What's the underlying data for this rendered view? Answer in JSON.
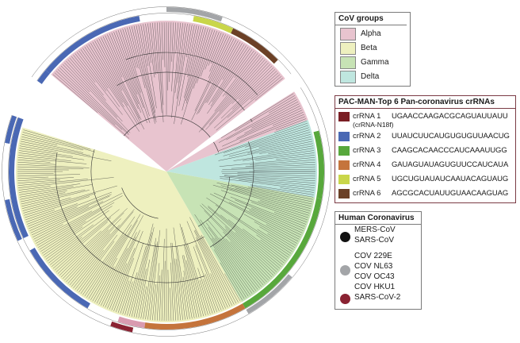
{
  "legend_groups": {
    "title": "CoV groups",
    "items": [
      {
        "label": "Alpha",
        "color": "#e8c4cf"
      },
      {
        "label": "Beta",
        "color": "#eef0bf"
      },
      {
        "label": "Gamma",
        "color": "#c7e3b5"
      },
      {
        "label": "Delta",
        "color": "#bfe6df"
      }
    ]
  },
  "legend_crrna": {
    "title": "PAC-MAN-Top 6 Pan-coronavirus crRNAs",
    "items": [
      {
        "label": "crRNA 1",
        "sublabel": "(crRNA-N18f)",
        "sequence": "UGAACCAAGACGCAGUAUUAUU",
        "color": "#7a1e24"
      },
      {
        "label": "crRNA 2",
        "sequence": "UUAUCUUCAUGUGUGUUAACUG",
        "color": "#4a68b4"
      },
      {
        "label": "crRNA 3",
        "sequence": "CAAGCACAACCCAUCAAAUUGG",
        "color": "#58a83c"
      },
      {
        "label": "crRNA 4",
        "sequence": "GAUAGUAUAGUGUUCCAUCAUA",
        "color": "#c5743c"
      },
      {
        "label": "crRNA 5",
        "sequence": "UGCUGUAUAUCAAUACAGUAUG",
        "color": "#c9d64a"
      },
      {
        "label": "crRNA 6",
        "sequence": "AGCGCACUAUUGUAACAAGUAG",
        "color": "#6b4026"
      }
    ]
  },
  "legend_human": {
    "title": "Human Coronavirus",
    "items": [
      {
        "lines": [
          "MERS-CoV",
          "SARS-CoV"
        ],
        "color": "#111111"
      },
      {
        "lines": [
          "COV 229E",
          "COV NL63",
          "COV OC43",
          "COV HKU1"
        ],
        "color": "#a3a5a8"
      },
      {
        "lines": [
          "SARS-CoV-2"
        ],
        "color": "#8a2232"
      }
    ]
  },
  "tree": {
    "sectors": [
      {
        "group": "Alpha",
        "color": "#e8c4cf",
        "from_deg": 20,
        "to_deg": 140
      },
      {
        "group": "Delta",
        "color": "#bfe6df",
        "from_deg": 350,
        "to_deg": 20
      },
      {
        "group": "Gamma",
        "color": "#c7e3b5",
        "from_deg": 300,
        "to_deg": 350
      },
      {
        "group": "Beta",
        "color": "#eef0bf",
        "from_deg": 163,
        "to_deg": 300
      }
    ],
    "outer_ring": [
      {
        "from": 150,
        "to": 170,
        "color": "#4a68b4"
      },
      {
        "from": 170,
        "to": 190,
        "color": "#ffffff"
      },
      {
        "from": 190,
        "to": 205,
        "color": "#4a68b4"
      },
      {
        "from": 205,
        "to": 250,
        "color": "#ffffff"
      },
      {
        "from": 250,
        "to": 258,
        "color": "#8a2232"
      },
      {
        "from": 258,
        "to": 280,
        "color": "#ffffff"
      },
      {
        "from": 280,
        "to": 300,
        "color": "#ffffff"
      },
      {
        "from": 300,
        "to": 320,
        "color": "#a3a5a8"
      },
      {
        "from": 320,
        "to": 340,
        "color": "#ffffff"
      },
      {
        "from": 340,
        "to": 360,
        "color": "#ffffff"
      },
      {
        "from": 0,
        "to": 70,
        "color": "#ffffff"
      },
      {
        "from": 70,
        "to": 90,
        "color": "#a3a5a8"
      },
      {
        "from": 90,
        "to": 150,
        "color": "#ffffff"
      }
    ],
    "inner_ring": [
      {
        "from": 140,
        "to": 205,
        "color": "#4a68b4"
      },
      {
        "from": 205,
        "to": 210,
        "color": "#ffffff"
      },
      {
        "from": 210,
        "to": 240,
        "color": "#4a68b4"
      },
      {
        "from": 240,
        "to": 252,
        "color": "#ffffff"
      },
      {
        "from": 252,
        "to": 262,
        "color": "#d99bb0"
      },
      {
        "from": 262,
        "to": 300,
        "color": "#c5743c"
      },
      {
        "from": 300,
        "to": 350,
        "color": "#58a83c"
      },
      {
        "from": 350,
        "to": 15,
        "color": "#58a83c"
      },
      {
        "from": 15,
        "to": 45,
        "color": "#ffffff"
      },
      {
        "from": 45,
        "to": 65,
        "color": "#6b4026"
      },
      {
        "from": 65,
        "to": 80,
        "color": "#c9d64a"
      },
      {
        "from": 80,
        "to": 100,
        "color": "#ffffff"
      },
      {
        "from": 100,
        "to": 140,
        "color": "#4a68b4"
      }
    ]
  }
}
